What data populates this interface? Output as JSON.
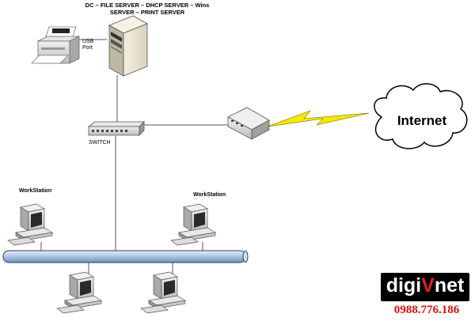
{
  "diagram": {
    "server_title_line1": "DC – FILE SERVER – DHCP SERVER – Wins",
    "server_title_line2": "SERVER – PRINT SERVER",
    "usb_label_line1": "USB",
    "usb_label_line2": "Port",
    "switch_label": "SWITCH",
    "workstation_left_label": "WorkStation",
    "workstation_right_label": "WorkStation",
    "internet_label": "Internet"
  },
  "brand": {
    "logo_prefix": "digi",
    "logo_v": "V",
    "logo_suffix": "net",
    "phone": "0988.776.186",
    "accent_color": "#d01010"
  },
  "colors": {
    "bus": "#b8cfe8",
    "lightning": "#f5e800",
    "device_gray": "#c8c8c8"
  }
}
